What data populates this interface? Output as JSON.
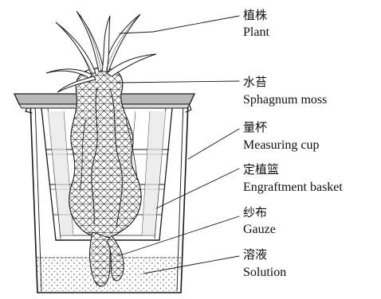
{
  "labels": [
    {
      "id": "plant",
      "zh": "植株",
      "en": "Plant"
    },
    {
      "id": "sphagnum-moss",
      "zh": "水苔",
      "en": "Sphagnum moss"
    },
    {
      "id": "measuring-cup",
      "zh": "量杯",
      "en": "Measuring cup"
    },
    {
      "id": "engraftment-basket",
      "zh": "定植篮",
      "en": "Engraftment basket"
    },
    {
      "id": "gauze",
      "zh": "纱布",
      "en": "Gauze"
    },
    {
      "id": "solution",
      "zh": "溶液",
      "en": "Solution"
    }
  ]
}
